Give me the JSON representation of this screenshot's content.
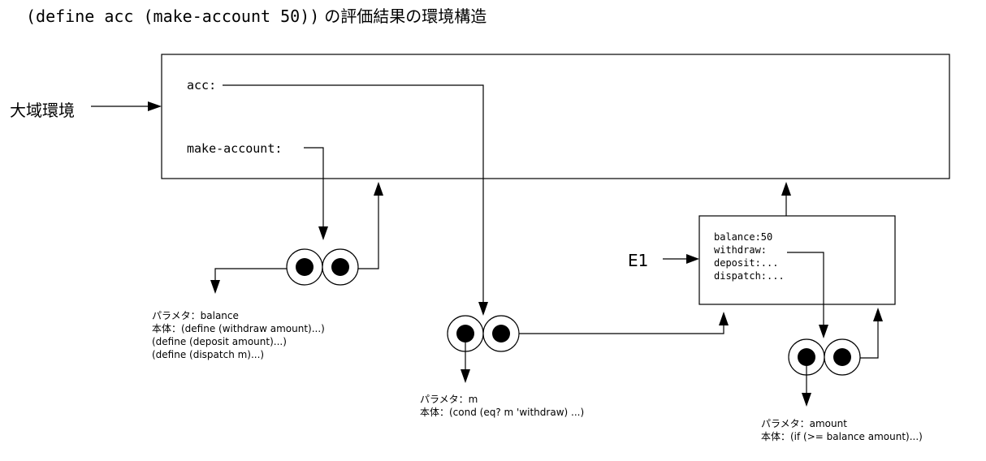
{
  "title": {
    "code": "(define acc (make-account 50))",
    "suffix": "の評価結果の環境構造"
  },
  "global_env": {
    "label": "大域環境",
    "bindings": [
      "acc:",
      "make-account:"
    ]
  },
  "e1_env": {
    "label": "E1",
    "bindings": [
      "balance:50",
      "withdraw:",
      "deposit:...",
      "dispatch:..."
    ]
  },
  "procedures": {
    "make_account": {
      "params": "パラメタ：balance",
      "body": [
        "本体：(define (withdraw amount)...)",
        "(define (deposit amount)...)",
        "(define (dispatch m)...)"
      ]
    },
    "dispatch": {
      "params": "パラメタ：m",
      "body": [
        "本体：(cond (eq? m 'withdraw) ...)"
      ]
    },
    "withdraw": {
      "params": "パラメタ：amount",
      "body": [
        "本体：(if (>= balance amount)...)"
      ]
    }
  }
}
